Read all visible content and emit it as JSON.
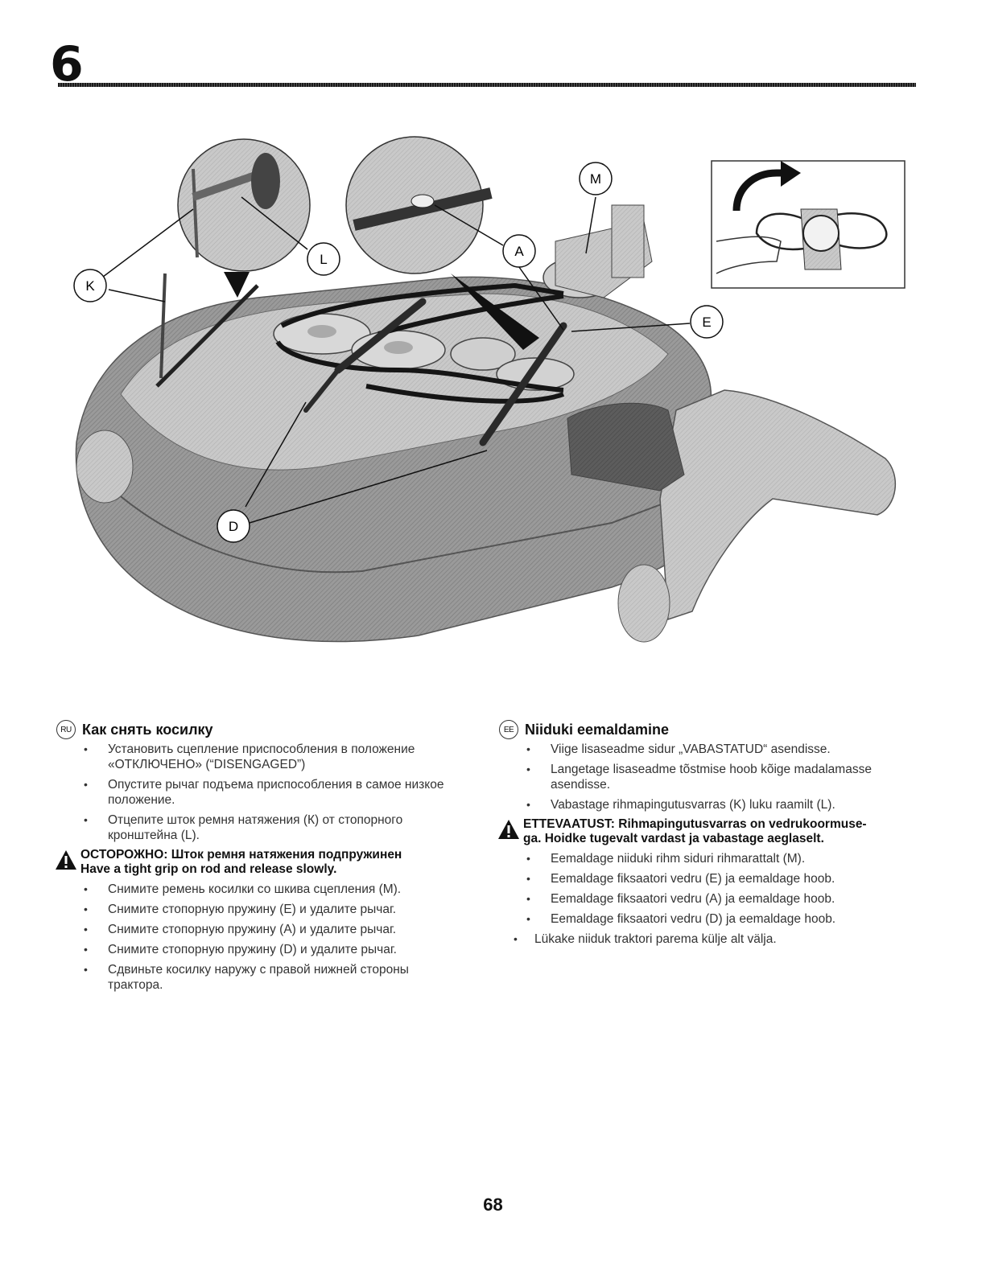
{
  "page": {
    "section_number": "6",
    "page_number": "68"
  },
  "figure": {
    "callouts": {
      "K": "K",
      "L": "L",
      "A": "A",
      "M": "M",
      "E": "E",
      "D": "D"
    }
  },
  "ru": {
    "badge": "RU",
    "title": "Как снять косилку",
    "steps_before": [
      "Установить сцепление приспособления в положение «ОТКЛЮЧЕНО» (“DISENGAGED”)",
      "Опустите рычаг подъема приспособления в самое низкое положение.",
      "Отцепите шток ремня натяжения (К) от стопорного кронштейна (L)."
    ],
    "warning_line1": "ОСТОРОЖНО: Шток ремня натяжения подпружинен",
    "warning_line2": "Have a tight grip on rod and release slowly.",
    "steps_after": [
      "Снимите ремень косилки со шкива сцепления (М).",
      "Снимите стопорную пружину (Е) и удалите рычаг.",
      "Снимите стопорную пружину (А) и удалите рычаг.",
      "Снимите стопорную пружину (D) и удалите рычаг.",
      "Сдвиньте косилку наружу с правой нижней стороны трактора."
    ]
  },
  "ee": {
    "badge": "EE",
    "title": "Niiduki eemaldamine",
    "steps_before": [
      "Viige lisaseadme sidur „VABASTATUD“ asendisse.",
      "Langetage lisaseadme tõstmise hoob kõige madalamasse asendisse.",
      "Vabastage rihmapingutusvarras (K) luku raamilt (L)."
    ],
    "warning_line1": "ETTEVAATUST: Rihmapingutusvarras on vedrukoormuse-",
    "warning_line2": "ga. Hoidke tugevalt vardast ja vabastage aeglaselt.",
    "steps_after": [
      "Eemaldage niiduki rihm siduri rihmarattalt (M).",
      "Eemaldage fiksaatori vedru (E) ja eemaldage hoob.",
      "Eemaldage fiksaatori vedru (A) ja eemaldage hoob.",
      "Eemaldage fiksaatori vedru (D) ja eemaldage hoob.",
      "Lükake niiduk traktori parema külje alt välja."
    ]
  }
}
